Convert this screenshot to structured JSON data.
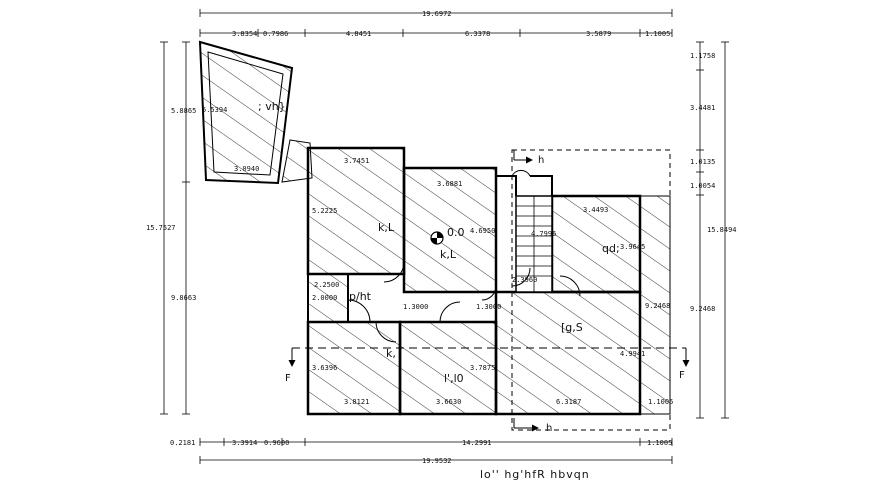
{
  "dimensions": {
    "top_overall": "19.6972",
    "top_segments": [
      "3.8354",
      "0.7986",
      "4.8451",
      "6.3378",
      "3.5879",
      "1.1005"
    ],
    "left_outer": "15.7527",
    "left_upper": "5.8865",
    "left_upper_inner": "5.5394",
    "left_lower": "9.8663",
    "right_outer": "15.8494",
    "right_segments": [
      "1.1758",
      "3.4481",
      "1.0135",
      "1.0054"
    ],
    "right_lower": "9.2468",
    "bottom_segments": [
      "0.2181",
      "3.3914",
      "0.9600",
      "14.2991",
      "1.1005"
    ],
    "bottom_overall": "19.9532",
    "interior": {
      "d1": "3.7451",
      "d2": "3.6881",
      "d3": "5.2225",
      "d4": "4.6950",
      "d5": "3.0940",
      "d6": "3.4493",
      "d7": "4.7996",
      "d8": "3.9645",
      "d9": "2.3960",
      "d10": "2.2500",
      "d11": "2.0000",
      "d12": "1.3000",
      "d13": "1.3000",
      "d14": "9.2468",
      "d15": "4.9941",
      "d16": "3.6396",
      "d17": "3.7875",
      "d18": "3.8121",
      "d19": "3.6630",
      "d20": "6.3187",
      "d21": "1.1005"
    }
  },
  "labels": {
    "vh": "; vh}",
    "kl_left": "k,L",
    "kl_center": "k,L",
    "origin_value": "0.0",
    "qd": "qd;",
    "pt": "p/ht",
    "gs": "[g,S",
    "kk": "k,",
    "lo": "l',l0",
    "section_h": "h",
    "section_f": "F"
  },
  "title": "lo'' hg'hfR hbvqn"
}
